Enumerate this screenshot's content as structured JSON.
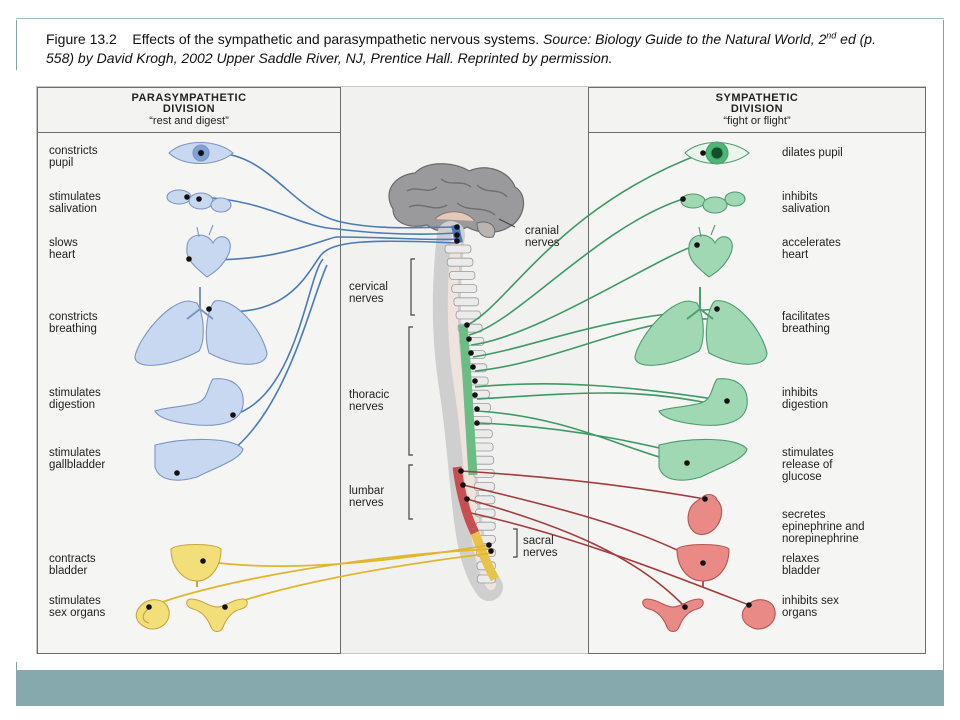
{
  "caption": {
    "figure_label": "Figure 13.2",
    "title": "Effects of the sympathetic and parasympathetic nervous systems.",
    "source_a": "Source: Biology Guide to the Natural World, 2",
    "source_sup": "nd",
    "source_b": " ed (p. 558) by David Krogh, 2002 Upper Saddle River, NJ, Prentice Hall. Reprinted by permission."
  },
  "parasympathetic": {
    "heading_line1": "PARASYMPATHETIC",
    "heading_line2": "DIVISION",
    "subheading": "“rest and digest”",
    "effects": [
      "constricts\npupil",
      "stimulates\nsalivation",
      "slows\nheart",
      "constricts\nbreathing",
      "stimulates\ndigestion",
      "stimulates\ngallbladder",
      "contracts\nbladder",
      "stimulates\nsex organs"
    ]
  },
  "sympathetic": {
    "heading_line1": "SYMPATHETIC",
    "heading_line2": "DIVISION",
    "subheading": "“fight or flight”",
    "effects": [
      "dilates pupil",
      "inhibits\nsalivation",
      "accelerates\nheart",
      "facilitates\nbreathing",
      "inhibits\ndigestion",
      "stimulates\nrelease of\nglucose",
      "secretes\nepinephrine and\nnorepinephrine",
      "relaxes\nbladder",
      "inhibits sex\norgans"
    ]
  },
  "spine_labels": {
    "cranial": "cranial\nnerves",
    "cervical": "cervical\nnerves",
    "thoracic": "thoracic\nnerves",
    "lumbar": "lumbar\nnerves",
    "sacral": "sacral\nnerves"
  },
  "colors": {
    "parasympathetic_nerve": "#4a7bb8",
    "parasympathetic_organ": "#c9d8f1",
    "sacral_nerve": "#e2b62c",
    "sacral_organ": "#f3df7a",
    "sympathetic_nerve": "#3d9a63",
    "sympathetic_organ": "#9fd8b3",
    "sympathetic_lower_nerve": "#a43c3c",
    "sympathetic_lower_organ": "#e98a86",
    "bottom_bar": "#85a9ac"
  }
}
